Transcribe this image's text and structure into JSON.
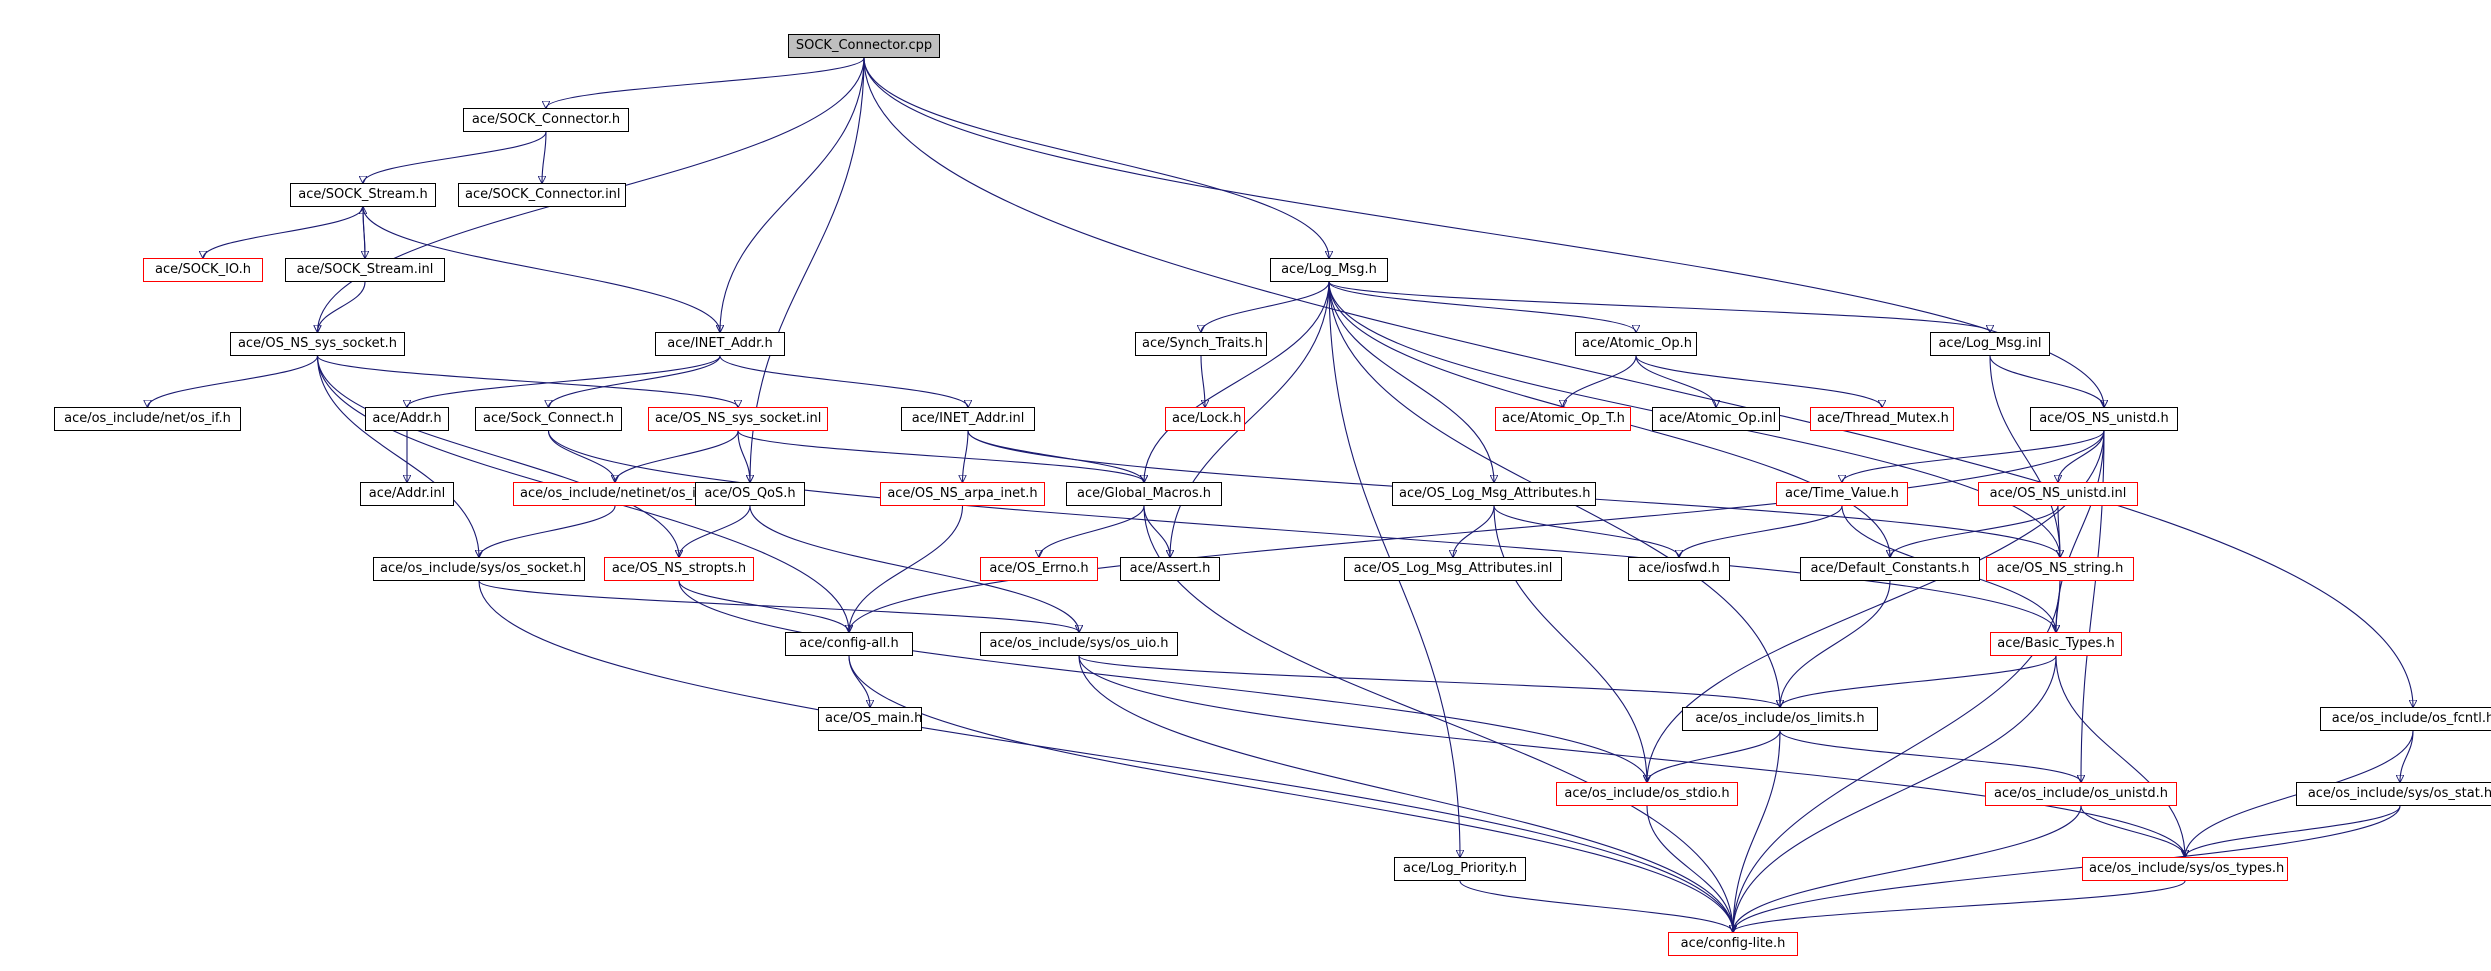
{
  "diagram": {
    "colors": {
      "edge": "#191970",
      "node_border": "#000000",
      "truncated_border": "#ff0000",
      "root_fill": "#bfbfbf"
    },
    "nodes": [
      {
        "id": "root",
        "label": "SOCK_Connector.cpp",
        "style": "root"
      },
      {
        "id": "sock_connector_h",
        "label": "ace/SOCK_Connector.h",
        "style": "normal"
      },
      {
        "id": "sock_connector_inl",
        "label": "ace/SOCK_Connector.inl",
        "style": "normal"
      },
      {
        "id": "sock_stream_h",
        "label": "ace/SOCK_Stream.h",
        "style": "normal"
      },
      {
        "id": "sock_io_h",
        "label": "ace/SOCK_IO.h",
        "style": "red"
      },
      {
        "id": "sock_stream_inl",
        "label": "ace/SOCK_Stream.inl",
        "style": "normal"
      },
      {
        "id": "os_ns_sys_socket_h",
        "label": "ace/OS_NS_sys_socket.h",
        "style": "normal"
      },
      {
        "id": "inet_addr_h",
        "label": "ace/INET_Addr.h",
        "style": "normal"
      },
      {
        "id": "os_if_h",
        "label": "ace/os_include/net/os_if.h",
        "style": "normal"
      },
      {
        "id": "addr_h",
        "label": "ace/Addr.h",
        "style": "normal"
      },
      {
        "id": "addr_inl",
        "label": "ace/Addr.inl",
        "style": "normal"
      },
      {
        "id": "sock_connect_h",
        "label": "ace/Sock_Connect.h",
        "style": "normal"
      },
      {
        "id": "os_ns_sys_socket_inl",
        "label": "ace/OS_NS_sys_socket.inl",
        "style": "red"
      },
      {
        "id": "inet_addr_inl",
        "label": "ace/INET_Addr.inl",
        "style": "normal"
      },
      {
        "id": "os_in_h",
        "label": "ace/os_include/netinet/os_in.h",
        "style": "red"
      },
      {
        "id": "os_qos_h",
        "label": "ace/OS_QoS.h",
        "style": "normal"
      },
      {
        "id": "os_ns_arpa_inet_h",
        "label": "ace/OS_NS_arpa_inet.h",
        "style": "red"
      },
      {
        "id": "global_macros_h",
        "label": "ace/Global_Macros.h",
        "style": "normal"
      },
      {
        "id": "sys_os_socket_h",
        "label": "ace/os_include/sys/os_socket.h",
        "style": "normal"
      },
      {
        "id": "os_ns_stropts_h",
        "label": "ace/OS_NS_stropts.h",
        "style": "red"
      },
      {
        "id": "os_errno_h",
        "label": "ace/OS_Errno.h",
        "style": "red"
      },
      {
        "id": "assert_h",
        "label": "ace/Assert.h",
        "style": "normal"
      },
      {
        "id": "config_all_h",
        "label": "ace/config-all.h",
        "style": "normal"
      },
      {
        "id": "os_uio_h",
        "label": "ace/os_include/sys/os_uio.h",
        "style": "normal"
      },
      {
        "id": "os_main_h",
        "label": "ace/OS_main.h",
        "style": "normal"
      },
      {
        "id": "log_msg_h",
        "label": "ace/Log_Msg.h",
        "style": "normal"
      },
      {
        "id": "synch_traits_h",
        "label": "ace/Synch_Traits.h",
        "style": "normal"
      },
      {
        "id": "lock_h",
        "label": "ace/Lock.h",
        "style": "red"
      },
      {
        "id": "atomic_op_h",
        "label": "ace/Atomic_Op.h",
        "style": "normal"
      },
      {
        "id": "atomic_op_t_h",
        "label": "ace/Atomic_Op_T.h",
        "style": "red"
      },
      {
        "id": "atomic_op_inl",
        "label": "ace/Atomic_Op.inl",
        "style": "normal"
      },
      {
        "id": "thread_mutex_h",
        "label": "ace/Thread_Mutex.h",
        "style": "red"
      },
      {
        "id": "log_msg_inl",
        "label": "ace/Log_Msg.inl",
        "style": "normal"
      },
      {
        "id": "os_log_msg_attr_h",
        "label": "ace/OS_Log_Msg_Attributes.h",
        "style": "normal"
      },
      {
        "id": "os_log_msg_attr_inl",
        "label": "ace/OS_Log_Msg_Attributes.inl",
        "style": "normal"
      },
      {
        "id": "iosfwd_h",
        "label": "ace/iosfwd.h",
        "style": "normal"
      },
      {
        "id": "os_ns_unistd_h",
        "label": "ace/OS_NS_unistd.h",
        "style": "normal"
      },
      {
        "id": "time_value_h",
        "label": "ace/Time_Value.h",
        "style": "red"
      },
      {
        "id": "os_ns_unistd_inl",
        "label": "ace/OS_NS_unistd.inl",
        "style": "red"
      },
      {
        "id": "default_constants_h",
        "label": "ace/Default_Constants.h",
        "style": "normal"
      },
      {
        "id": "os_ns_string_h",
        "label": "ace/OS_NS_string.h",
        "style": "red"
      },
      {
        "id": "basic_types_h",
        "label": "ace/Basic_Types.h",
        "style": "red"
      },
      {
        "id": "os_limits_h",
        "label": "ace/os_include/os_limits.h",
        "style": "normal"
      },
      {
        "id": "os_stdio_h",
        "label": "ace/os_include/os_stdio.h",
        "style": "red"
      },
      {
        "id": "os_unistd_h",
        "label": "ace/os_include/os_unistd.h",
        "style": "red"
      },
      {
        "id": "os_types_h",
        "label": "ace/os_include/sys/os_types.h",
        "style": "red"
      },
      {
        "id": "log_priority_h",
        "label": "ace/Log_Priority.h",
        "style": "normal"
      },
      {
        "id": "config_lite_h",
        "label": "ace/config-lite.h",
        "style": "red"
      },
      {
        "id": "os_fcntl_h",
        "label": "ace/os_include/os_fcntl.h",
        "style": "normal"
      },
      {
        "id": "sys_os_stat_h",
        "label": "ace/os_include/sys/os_stat.h",
        "style": "normal"
      }
    ],
    "edges": [
      [
        "root",
        "sock_connector_h"
      ],
      [
        "root",
        "os_ns_sys_socket_h"
      ],
      [
        "root",
        "inet_addr_h"
      ],
      [
        "root",
        "os_qos_h"
      ],
      [
        "root",
        "log_msg_h"
      ],
      [
        "root",
        "os_ns_unistd_h"
      ],
      [
        "root",
        "os_fcntl_h"
      ],
      [
        "sock_connector_h",
        "sock_stream_h"
      ],
      [
        "sock_connector_h",
        "sock_connector_inl"
      ],
      [
        "sock_stream_h",
        "sock_io_h"
      ],
      [
        "sock_stream_h",
        "sock_stream_inl"
      ],
      [
        "sock_stream_h",
        "inet_addr_h"
      ],
      [
        "sock_stream_inl",
        "sock_stream_h"
      ],
      [
        "sock_stream_inl",
        "os_ns_sys_socket_h"
      ],
      [
        "os_ns_sys_socket_h",
        "os_if_h"
      ],
      [
        "os_ns_sys_socket_h",
        "os_ns_sys_socket_inl"
      ],
      [
        "os_ns_sys_socket_h",
        "sys_os_socket_h"
      ],
      [
        "os_ns_sys_socket_h",
        "os_ns_stropts_h"
      ],
      [
        "os_ns_sys_socket_h",
        "config_all_h"
      ],
      [
        "inet_addr_h",
        "addr_h"
      ],
      [
        "inet_addr_h",
        "sock_connect_h"
      ],
      [
        "inet_addr_h",
        "inet_addr_inl"
      ],
      [
        "addr_h",
        "addr_inl"
      ],
      [
        "sock_connect_h",
        "os_in_h"
      ],
      [
        "sock_connect_h",
        "basic_types_h"
      ],
      [
        "os_ns_sys_socket_inl",
        "os_in_h"
      ],
      [
        "os_ns_sys_socket_inl",
        "os_qos_h"
      ],
      [
        "os_ns_sys_socket_inl",
        "global_macros_h"
      ],
      [
        "inet_addr_inl",
        "os_ns_arpa_inet_h"
      ],
      [
        "inet_addr_inl",
        "global_macros_h"
      ],
      [
        "inet_addr_inl",
        "os_ns_string_h"
      ],
      [
        "os_in_h",
        "sys_os_socket_h"
      ],
      [
        "os_qos_h",
        "os_ns_stropts_h"
      ],
      [
        "os_qos_h",
        "os_uio_h"
      ],
      [
        "os_ns_arpa_inet_h",
        "config_all_h"
      ],
      [
        "global_macros_h",
        "os_errno_h"
      ],
      [
        "global_macros_h",
        "assert_h"
      ],
      [
        "global_macros_h",
        "config_lite_h"
      ],
      [
        "sys_os_socket_h",
        "os_uio_h"
      ],
      [
        "sys_os_socket_h",
        "config_lite_h"
      ],
      [
        "os_ns_stropts_h",
        "config_all_h"
      ],
      [
        "os_ns_stropts_h",
        "os_stdio_h"
      ],
      [
        "config_all_h",
        "os_main_h"
      ],
      [
        "config_all_h",
        "config_lite_h"
      ],
      [
        "os_uio_h",
        "os_limits_h"
      ],
      [
        "os_uio_h",
        "os_types_h"
      ],
      [
        "os_uio_h",
        "config_lite_h"
      ],
      [
        "log_msg_h",
        "synch_traits_h"
      ],
      [
        "log_msg_h",
        "atomic_op_h"
      ],
      [
        "log_msg_h",
        "log_msg_inl"
      ],
      [
        "log_msg_h",
        "global_macros_h"
      ],
      [
        "log_msg_h",
        "assert_h"
      ],
      [
        "log_msg_h",
        "os_log_msg_attr_h"
      ],
      [
        "log_msg_h",
        "default_constants_h"
      ],
      [
        "log_msg_h",
        "os_ns_string_h"
      ],
      [
        "log_msg_h",
        "os_limits_h"
      ],
      [
        "log_msg_h",
        "log_priority_h"
      ],
      [
        "synch_traits_h",
        "lock_h"
      ],
      [
        "atomic_op_h",
        "atomic_op_t_h"
      ],
      [
        "atomic_op_h",
        "atomic_op_inl"
      ],
      [
        "atomic_op_h",
        "thread_mutex_h"
      ],
      [
        "log_msg_inl",
        "os_ns_unistd_h"
      ],
      [
        "log_msg_inl",
        "os_ns_string_h"
      ],
      [
        "os_log_msg_attr_h",
        "os_log_msg_attr_inl"
      ],
      [
        "os_log_msg_attr_h",
        "iosfwd_h"
      ],
      [
        "os_log_msg_attr_h",
        "os_stdio_h"
      ],
      [
        "os_ns_unistd_h",
        "time_value_h"
      ],
      [
        "os_ns_unistd_h",
        "os_ns_unistd_inl"
      ],
      [
        "os_ns_unistd_h",
        "basic_types_h"
      ],
      [
        "os_ns_unistd_h",
        "os_unistd_h"
      ],
      [
        "os_ns_unistd_h",
        "os_stdio_h"
      ],
      [
        "os_ns_unistd_h",
        "config_all_h"
      ],
      [
        "time_value_h",
        "iosfwd_h"
      ],
      [
        "time_value_h",
        "basic_types_h"
      ],
      [
        "os_ns_unistd_inl",
        "default_constants_h"
      ],
      [
        "os_ns_unistd_inl",
        "os_ns_string_h"
      ],
      [
        "default_constants_h",
        "os_limits_h"
      ],
      [
        "os_ns_string_h",
        "basic_types_h"
      ],
      [
        "os_ns_string_h",
        "config_lite_h"
      ],
      [
        "basic_types_h",
        "os_limits_h"
      ],
      [
        "basic_types_h",
        "os_types_h"
      ],
      [
        "basic_types_h",
        "config_lite_h"
      ],
      [
        "os_limits_h",
        "os_stdio_h"
      ],
      [
        "os_limits_h",
        "os_unistd_h"
      ],
      [
        "os_limits_h",
        "config_lite_h"
      ],
      [
        "os_stdio_h",
        "config_lite_h"
      ],
      [
        "os_unistd_h",
        "os_types_h"
      ],
      [
        "os_unistd_h",
        "config_lite_h"
      ],
      [
        "os_types_h",
        "config_lite_h"
      ],
      [
        "log_priority_h",
        "config_lite_h"
      ],
      [
        "os_fcntl_h",
        "sys_os_stat_h"
      ],
      [
        "os_fcntl_h",
        "os_types_h"
      ],
      [
        "sys_os_stat_h",
        "os_types_h"
      ],
      [
        "sys_os_stat_h",
        "config_lite_h"
      ]
    ]
  }
}
